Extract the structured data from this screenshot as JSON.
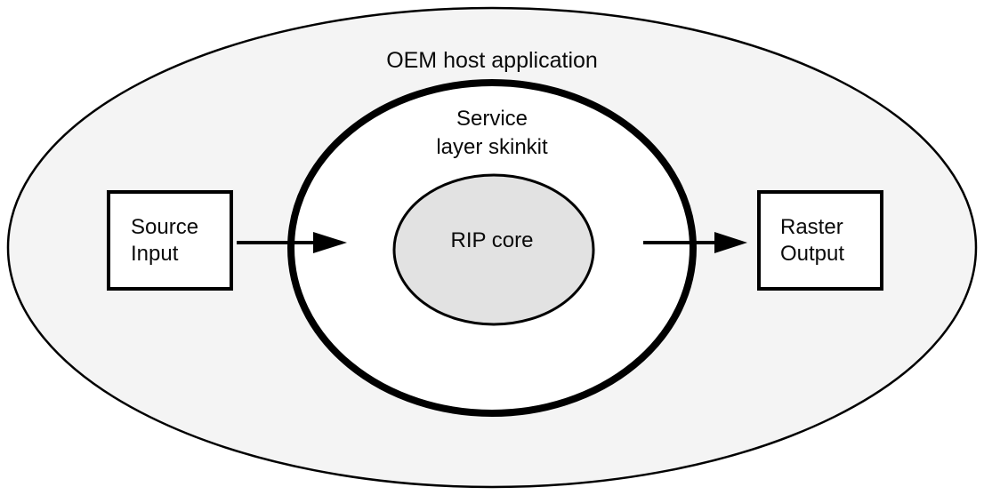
{
  "diagram": {
    "oem_host": {
      "label": "OEM host application"
    },
    "service_layer": {
      "line1": "Service",
      "line2": "layer skinkit"
    },
    "rip_core": {
      "label": "RIP core"
    },
    "source_input": {
      "line1": "Source",
      "line2": "Input"
    },
    "raster_output": {
      "line1": "Raster",
      "line2": "Output"
    }
  },
  "colors": {
    "outer_fill": "#f4f4f4",
    "service_fill": "#ffffff",
    "core_fill": "#e2e2e2",
    "stroke": "#000000",
    "arrow": "#000000"
  }
}
